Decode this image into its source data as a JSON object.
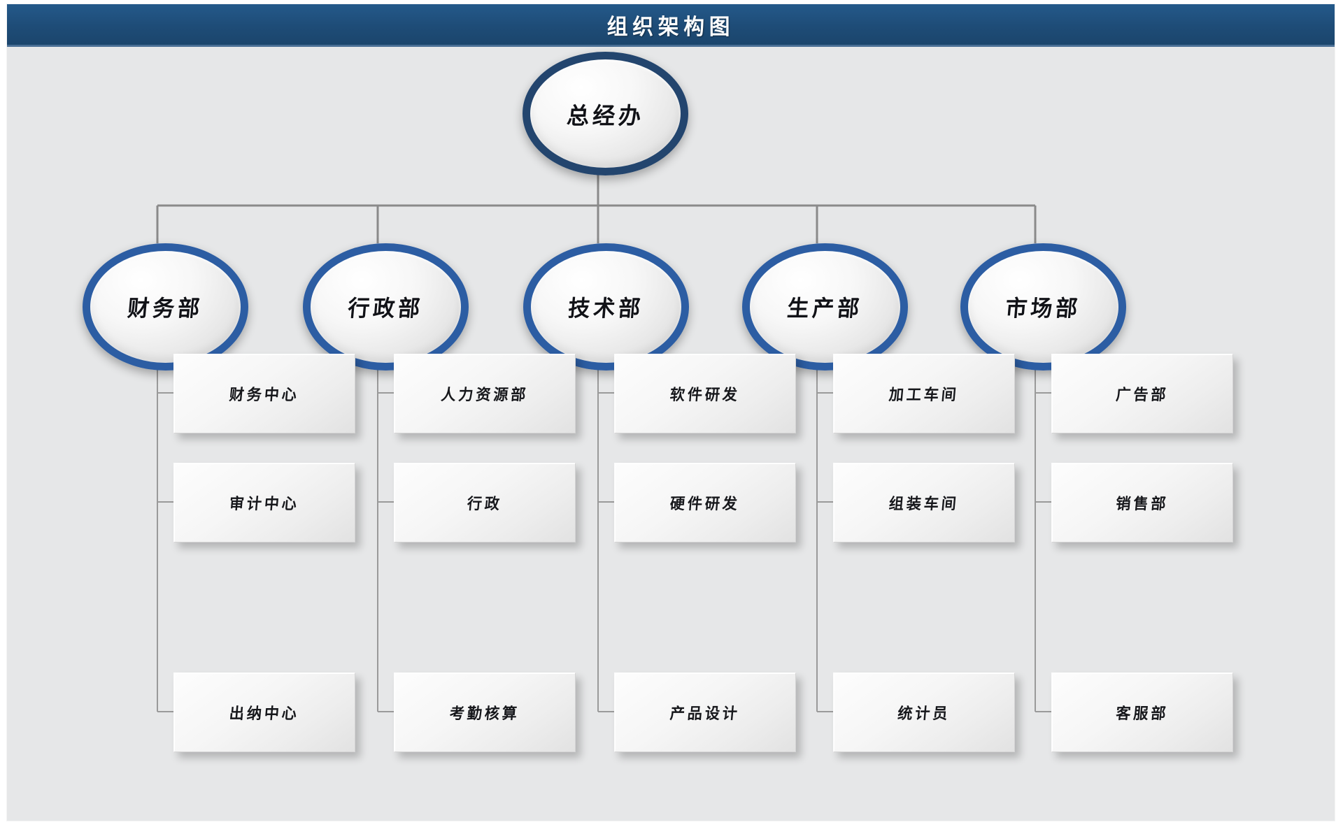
{
  "banner": {
    "title": "组织架构图",
    "bg_color": "#1f4e79",
    "text_color": "#ffffff"
  },
  "theme": {
    "canvas_color": "#e6e7e8",
    "root_border_color": "#23456e",
    "dept_border_color": "#2c5da3",
    "connector_color": "#8a8a8a",
    "leaf_fill_color": "#f4f4f4"
  },
  "chart_data": {
    "type": "org-chart",
    "title": "组织架构图",
    "root": {
      "id": "root",
      "label": "总经办"
    },
    "departments": [
      {
        "id": "finance",
        "label": "财务部",
        "children": [
          "财务中心",
          "审计中心",
          "出纳中心"
        ]
      },
      {
        "id": "admin",
        "label": "行政部",
        "children": [
          "人力资源部",
          "行政",
          "考勤核算"
        ]
      },
      {
        "id": "technology",
        "label": "技术部",
        "children": [
          "软件研发",
          "硬件研发",
          "产品设计"
        ]
      },
      {
        "id": "production",
        "label": "生产部",
        "children": [
          "加工车间",
          "组装车间",
          "统计员"
        ]
      },
      {
        "id": "marketing",
        "label": "市场部",
        "children": [
          "广告部",
          "销售部",
          "客服部"
        ]
      }
    ]
  },
  "nodes": {
    "root": {
      "label": "总经办"
    },
    "level2": [
      {
        "label": "财务部"
      },
      {
        "label": "行政部"
      },
      {
        "label": "技术部"
      },
      {
        "label": "生产部"
      },
      {
        "label": "市场部"
      }
    ],
    "level3": [
      {
        "label": "财务中心"
      },
      {
        "label": "人力资源部"
      },
      {
        "label": "软件研发"
      },
      {
        "label": "加工车间"
      },
      {
        "label": "广告部"
      },
      {
        "label": "审计中心"
      },
      {
        "label": "行政"
      },
      {
        "label": "硬件研发"
      },
      {
        "label": "组装车间"
      },
      {
        "label": "销售部"
      },
      {
        "label": "出纳中心"
      },
      {
        "label": "考勤核算"
      },
      {
        "label": "产品设计"
      },
      {
        "label": "统计员"
      },
      {
        "label": "客服部"
      }
    ]
  }
}
